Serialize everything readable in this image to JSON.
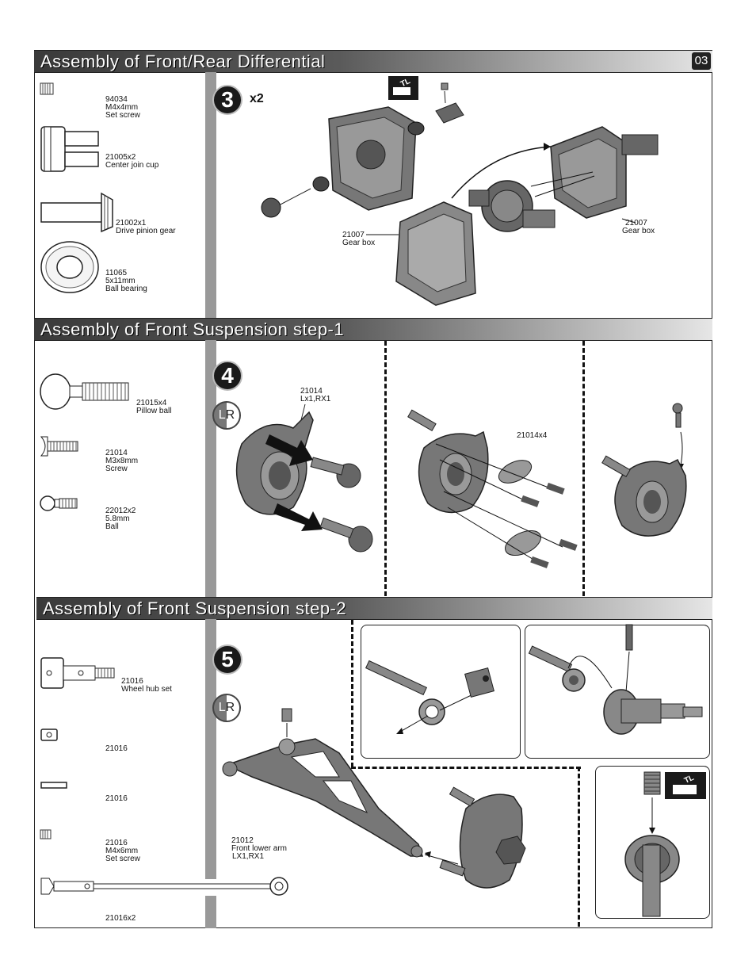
{
  "page_number": "03",
  "sections": {
    "diff": {
      "title": "Assembly of Front/Rear Differential"
    },
    "susp1": {
      "title": "Assembly of Front Suspension step-1"
    },
    "susp2": {
      "title": "Assembly of Front Suspension step-2"
    }
  },
  "parts_diff": [
    {
      "code": "94034",
      "line2": "M4x4mm",
      "line3": "Set screw"
    },
    {
      "code": "21005x2",
      "line2": "Center join cup",
      "line3": ""
    },
    {
      "code": "21002x1",
      "line2": "Drive pinion gear",
      "line3": ""
    },
    {
      "code": "11065",
      "line2": "5x11mm",
      "line3": "Ball bearing"
    }
  ],
  "parts_susp1": [
    {
      "code": "21015x4",
      "line2": "Pillow ball",
      "line3": ""
    },
    {
      "code": "21014",
      "line2": "M3x8mm",
      "line3": "Screw"
    },
    {
      "code": "22012x2",
      "line2": "5.8mm",
      "line3": "Ball"
    }
  ],
  "parts_susp2": [
    {
      "code": "21016",
      "line2": "Wheel hub set",
      "line3": ""
    },
    {
      "code": "21016",
      "line2": "",
      "line3": ""
    },
    {
      "code": "21016",
      "line2": "",
      "line3": ""
    },
    {
      "code": "21016",
      "line2": "M4x6mm",
      "line3": "Set screw"
    },
    {
      "code": "21016x2",
      "line2": "",
      "line3": ""
    }
  ],
  "steps": {
    "s3": {
      "number": "3",
      "multiplier": "x2"
    },
    "s4": {
      "number": "4",
      "lr_left": "L",
      "lr_right": "R"
    },
    "s5": {
      "number": "5",
      "lr_left": "L",
      "lr_right": "R"
    }
  },
  "callouts": {
    "gearbox_left": {
      "code": "21007",
      "name": "Gear box"
    },
    "gearbox_right": {
      "code": "21007",
      "name": "Gear box"
    },
    "knuckle": {
      "code": "21014",
      "name": "Lx1,RX1"
    },
    "screws": {
      "code": "21014x4"
    },
    "lower_arm": {
      "code": "21012",
      "name": "Front lower arm",
      "sub": "LX1,RX1"
    }
  },
  "tl_badge": "TL"
}
